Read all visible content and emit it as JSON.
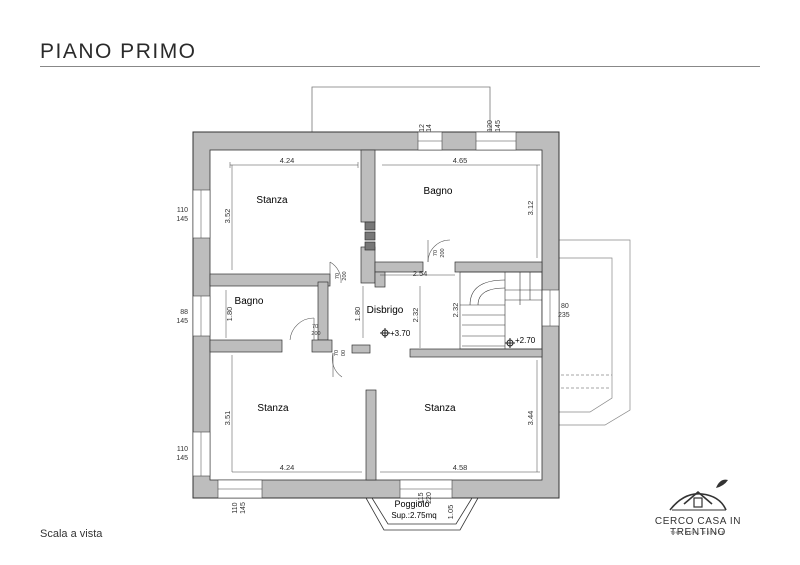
{
  "header": {
    "title": "PIANO PRIMO"
  },
  "footer": {
    "scale_note": "Scala a vista"
  },
  "brand": {
    "name": "CERCO CASA IN TRENTINO",
    "tagline": "THE REAL ESTATE"
  },
  "rooms": {
    "stanza_top_left": "Stanza",
    "bagno_top_right": "Bagno",
    "bagno_small": "Bagno",
    "disbrigo": "Disbrigo",
    "stanza_bottom_left": "Stanza",
    "stanza_bottom_right": "Stanza",
    "poggiolo": "Poggiolo",
    "poggiolo_area": "Sup.:2.75mq"
  },
  "levels": {
    "disbrigo": "+3.70",
    "stair": "+2.70"
  },
  "dimensions": {
    "tl_width": "4.24",
    "tl_height": "3.52",
    "tr_width": "4.65",
    "tr_height": "3.12",
    "bagno_height": "1.80",
    "disbrigo_height": "1.80",
    "disbrigo_width": "2.54",
    "disbrigo_v": "2.32",
    "stair_v": "2.32",
    "bl_height": "3.51",
    "bl_width": "4.24",
    "br_height": "3.44",
    "br_width": "4.58",
    "pog_depth": "1.05"
  },
  "windows": {
    "left_top": [
      "110",
      "145"
    ],
    "left_mid": [
      "88",
      "145"
    ],
    "left_bottom": [
      "110",
      "145"
    ],
    "bottom_left": [
      "110",
      "145"
    ],
    "bottom_center": [
      "115",
      "220"
    ],
    "top_a": [
      "12",
      "14"
    ],
    "top_b": [
      "120",
      "145"
    ],
    "right": [
      "80",
      "235"
    ]
  },
  "doors": {
    "d1": [
      "70",
      "200"
    ],
    "d2": [
      "70",
      "200"
    ],
    "d3": [
      "70",
      "200"
    ],
    "d4": [
      "70",
      "00"
    ]
  }
}
